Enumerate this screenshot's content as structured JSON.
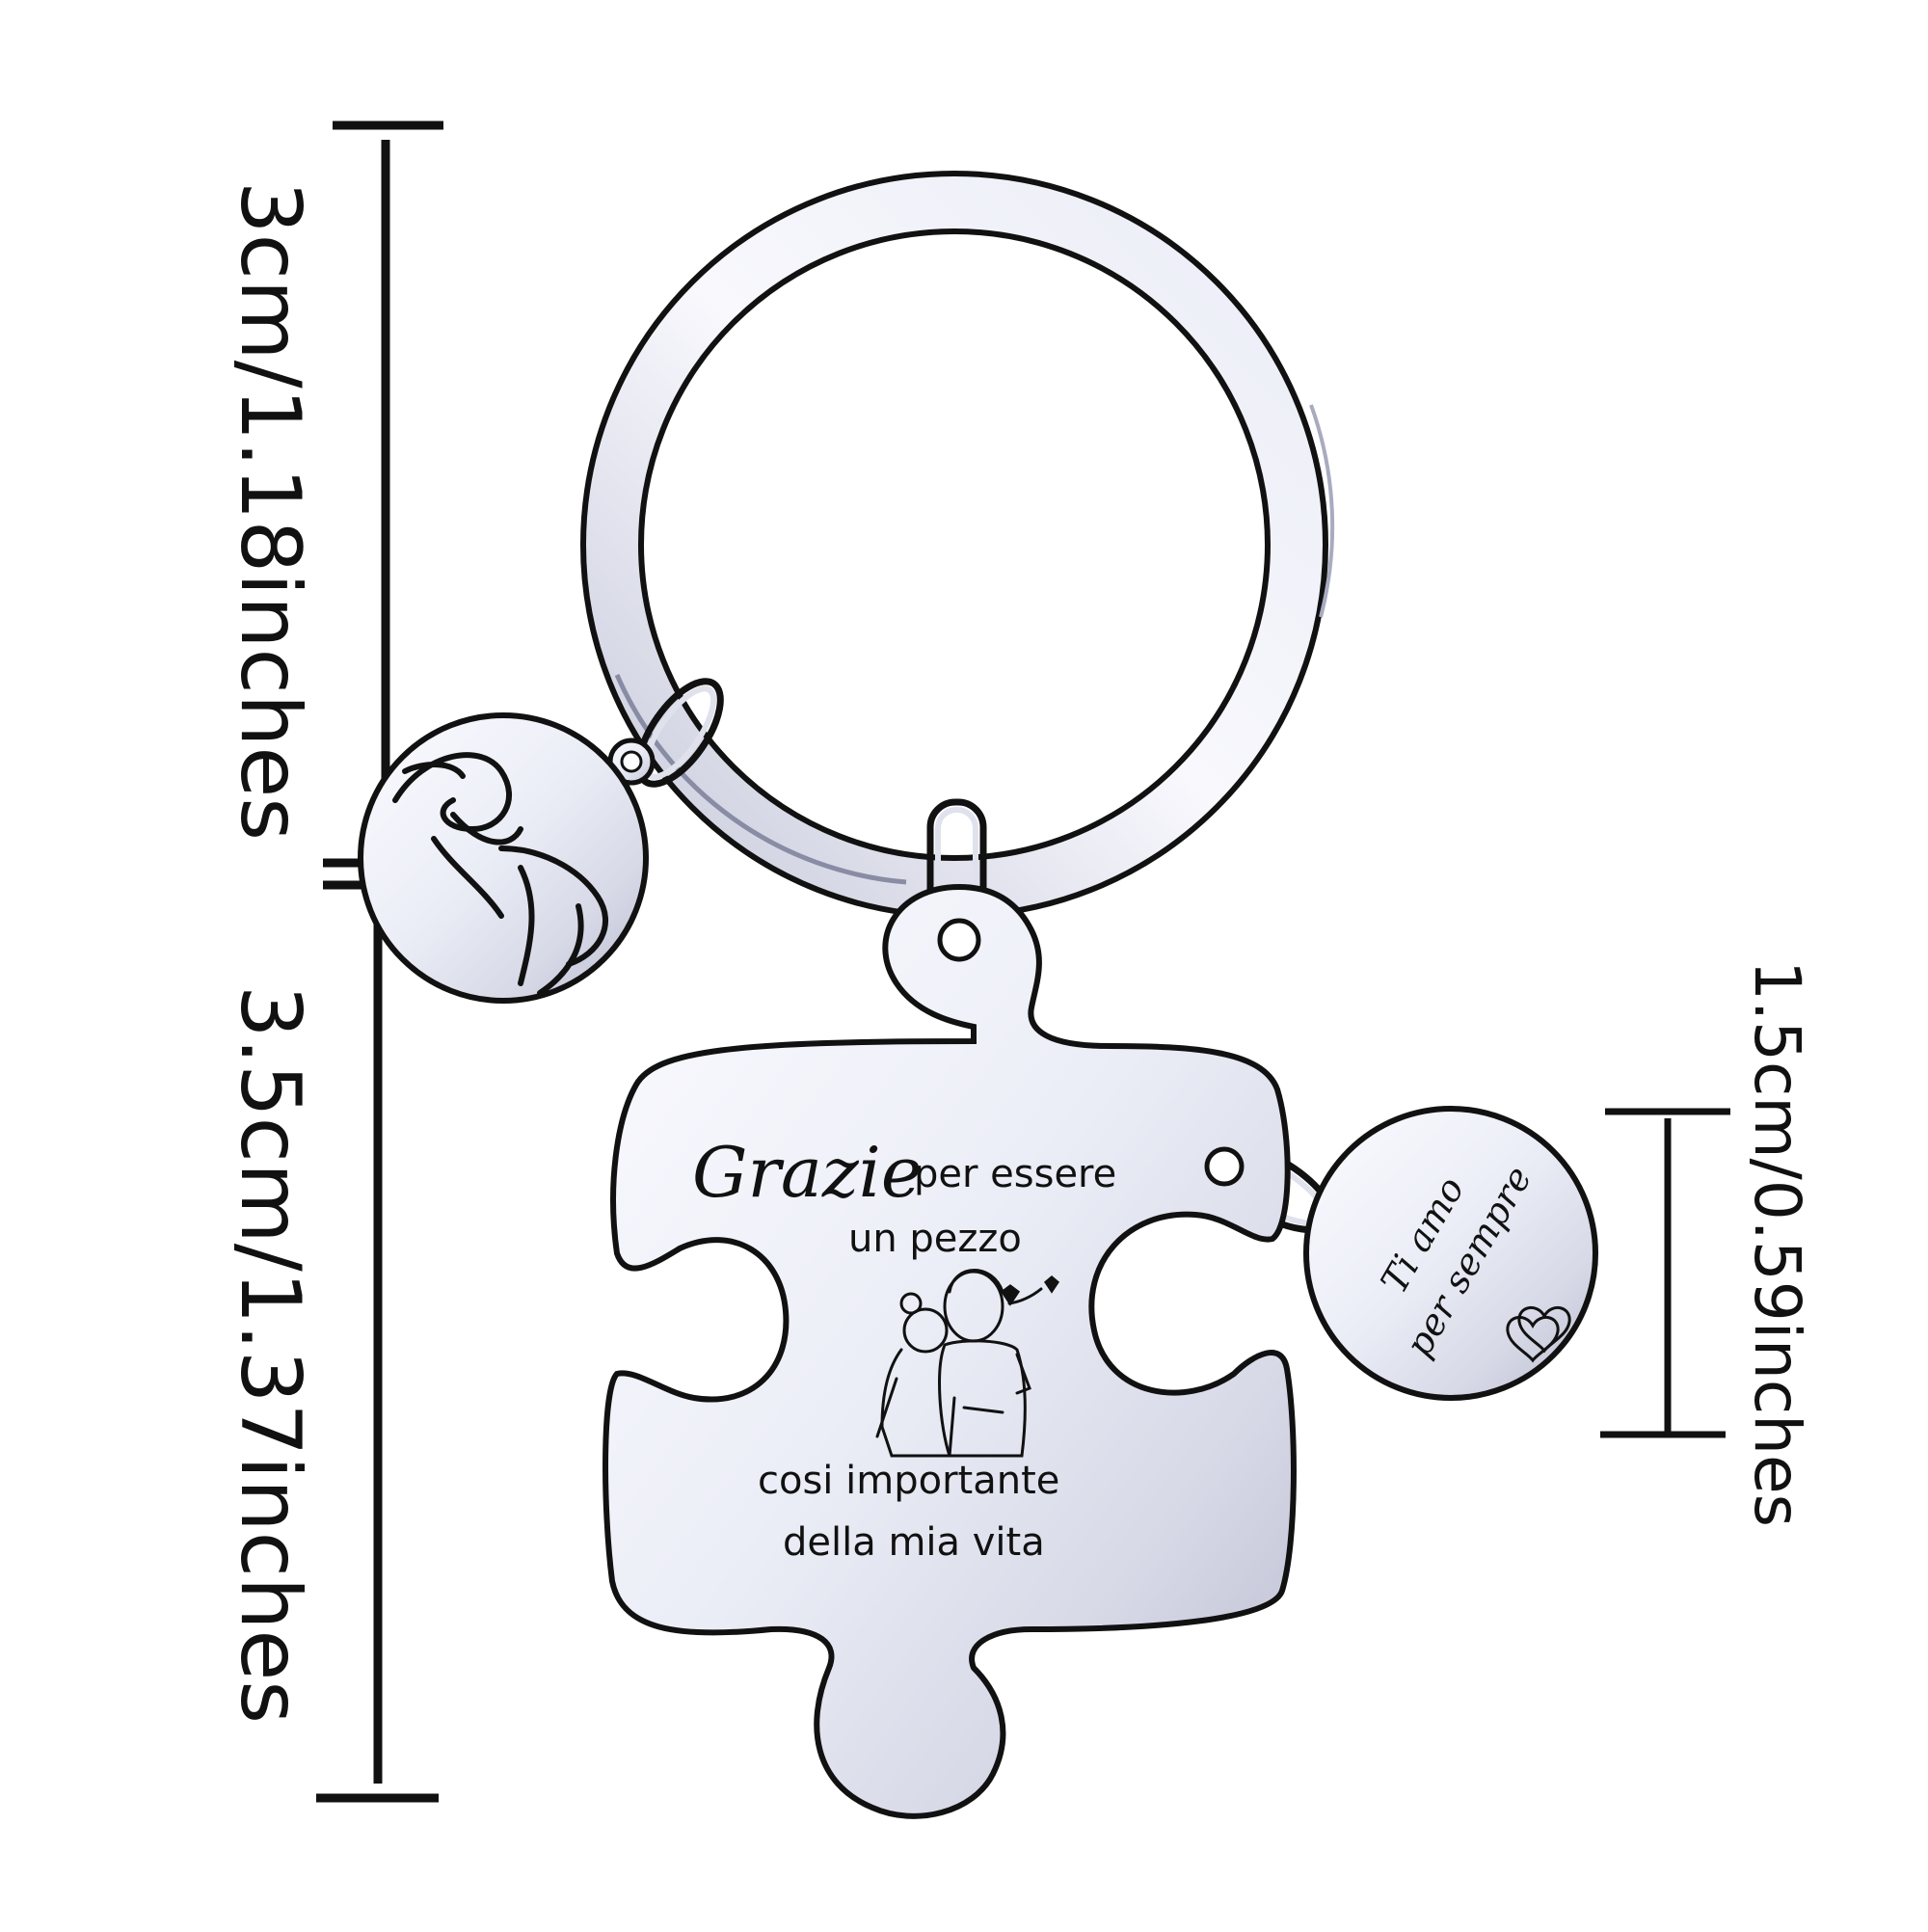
{
  "dimensions": {
    "ring_height": "3cm/1.18inches",
    "puzzle_height": "3.5cm/1.37inches",
    "tag_diameter": "1.5cm/0.59inches"
  },
  "engraving": {
    "grazie": "Grazie",
    "line1": "per essere",
    "line2": "un pezzo",
    "line3": "cosi importante",
    "line4": "della mia vita"
  },
  "small_tag": {
    "line1": "Ti amo",
    "line2": "per sempre"
  },
  "colors": {
    "metal_light": "#f4f5fb",
    "metal_mid": "#d4d6e4",
    "metal_dark": "#9ea2b8",
    "outline": "#111111"
  }
}
